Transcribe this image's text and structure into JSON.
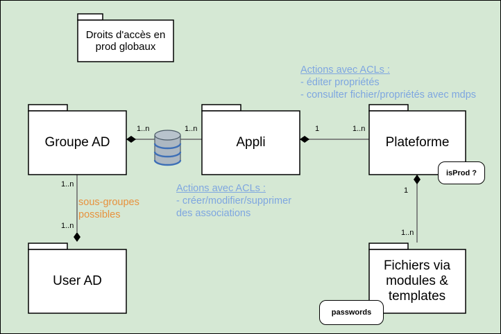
{
  "colors": {
    "background": "#d5e8d4",
    "border": "#000000",
    "note_blue": "#7ea6e0",
    "note_orange": "#e7913d"
  },
  "packages": {
    "droits": "Droits d'accès en prod globaux",
    "groupe_ad": "Groupe AD",
    "appli": "Appli",
    "plateforme": "Plateforme",
    "user_ad": "User AD",
    "fichiers": "Fichiers via modules & templates"
  },
  "tags": {
    "isprod": "isProd ?",
    "passwords": "passwords"
  },
  "database_icon": "database-icon",
  "multiplicities": {
    "groupe_appli_left": "1..n",
    "groupe_appli_right": "1..n",
    "appli_plateforme_left": "1",
    "appli_plateforme_right": "1..n",
    "groupe_user_top": "1..n",
    "groupe_user_bottom": "1..n",
    "plateforme_fichiers_top": "1",
    "plateforme_fichiers_bottom": "1..n"
  },
  "notes": {
    "plateforme_actions": {
      "title": "Actions avec ACLs :",
      "line1": "- éditer propriétés",
      "line2": "- consulter fichier/propriétés avec mdps"
    },
    "appli_actions": {
      "title": "Actions avec ACLs :",
      "line1": "- créer/modifier/supprimer",
      "line2": "des associations"
    },
    "sous_groupes": {
      "line1": "sous-groupes",
      "line2": "possibles"
    }
  }
}
